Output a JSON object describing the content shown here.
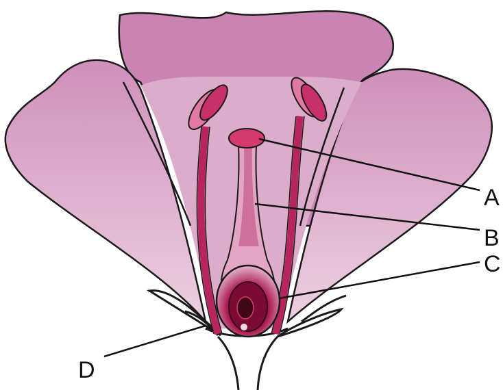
{
  "labels": {
    "a": "A",
    "b": "B",
    "c": "C",
    "d": "D"
  },
  "colors": {
    "petal": "#d9a3c6",
    "petal_back": "#cf93bb",
    "petal_edge": "#1a1a1a",
    "organ": "#c9306a",
    "organ_dark": "#8e1240",
    "stigma": "#d63a6e",
    "ovary": "#a8184f",
    "ovule": "#5a0a26"
  }
}
